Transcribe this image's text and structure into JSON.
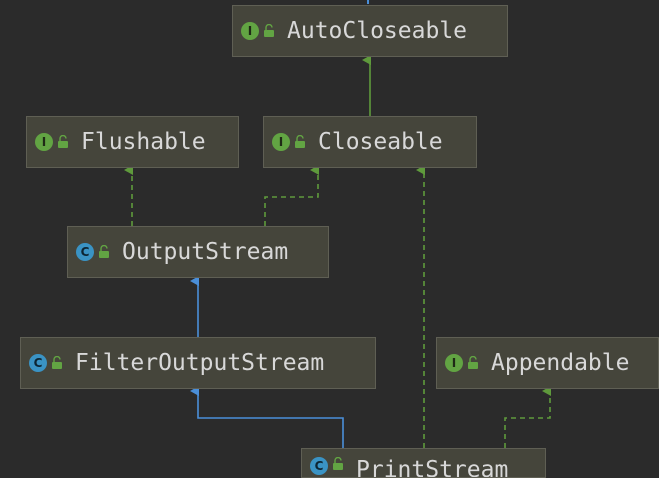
{
  "diagram": {
    "nodes": [
      {
        "id": "autocloseable",
        "label": "AutoCloseable",
        "kind": "interface",
        "badge": "I",
        "visibility_icon": "unlock-icon"
      },
      {
        "id": "flushable",
        "label": "Flushable",
        "kind": "interface",
        "badge": "I",
        "visibility_icon": "unlock-icon"
      },
      {
        "id": "closeable",
        "label": "Closeable",
        "kind": "interface",
        "badge": "I",
        "visibility_icon": "unlock-icon"
      },
      {
        "id": "outputstream",
        "label": "OutputStream",
        "kind": "class",
        "badge": "C",
        "visibility_icon": "unlock-icon"
      },
      {
        "id": "filteroutputstream",
        "label": "FilterOutputStream",
        "kind": "class",
        "badge": "C",
        "visibility_icon": "unlock-icon"
      },
      {
        "id": "appendable",
        "label": "Appendable",
        "kind": "interface",
        "badge": "I",
        "visibility_icon": "unlock-icon"
      },
      {
        "id": "printstream",
        "label": "PrintStream",
        "kind": "class",
        "badge": "C",
        "visibility_icon": "unlock-icon"
      }
    ],
    "edges": [
      {
        "from": "closeable",
        "to": "autocloseable",
        "relation": "extends",
        "style": "solid-green"
      },
      {
        "from": "outputstream",
        "to": "flushable",
        "relation": "implements",
        "style": "dashed-green"
      },
      {
        "from": "outputstream",
        "to": "closeable",
        "relation": "implements",
        "style": "dashed-green"
      },
      {
        "from": "filteroutputstream",
        "to": "outputstream",
        "relation": "extends",
        "style": "solid-blue"
      },
      {
        "from": "printstream",
        "to": "filteroutputstream",
        "relation": "extends",
        "style": "solid-blue"
      },
      {
        "from": "printstream",
        "to": "closeable",
        "relation": "implements",
        "style": "dashed-green"
      },
      {
        "from": "printstream",
        "to": "appendable",
        "relation": "implements",
        "style": "dashed-green"
      }
    ],
    "colors": {
      "background": "#2b2b2b",
      "node_fill": "#45453b",
      "node_border": "#5f5f54",
      "text": "#d8d8d8",
      "interface_badge": "#62a443",
      "class_badge": "#3a93c4",
      "extends_class_edge": "#4a8fd9",
      "interface_edge": "#5f9a3c"
    }
  }
}
